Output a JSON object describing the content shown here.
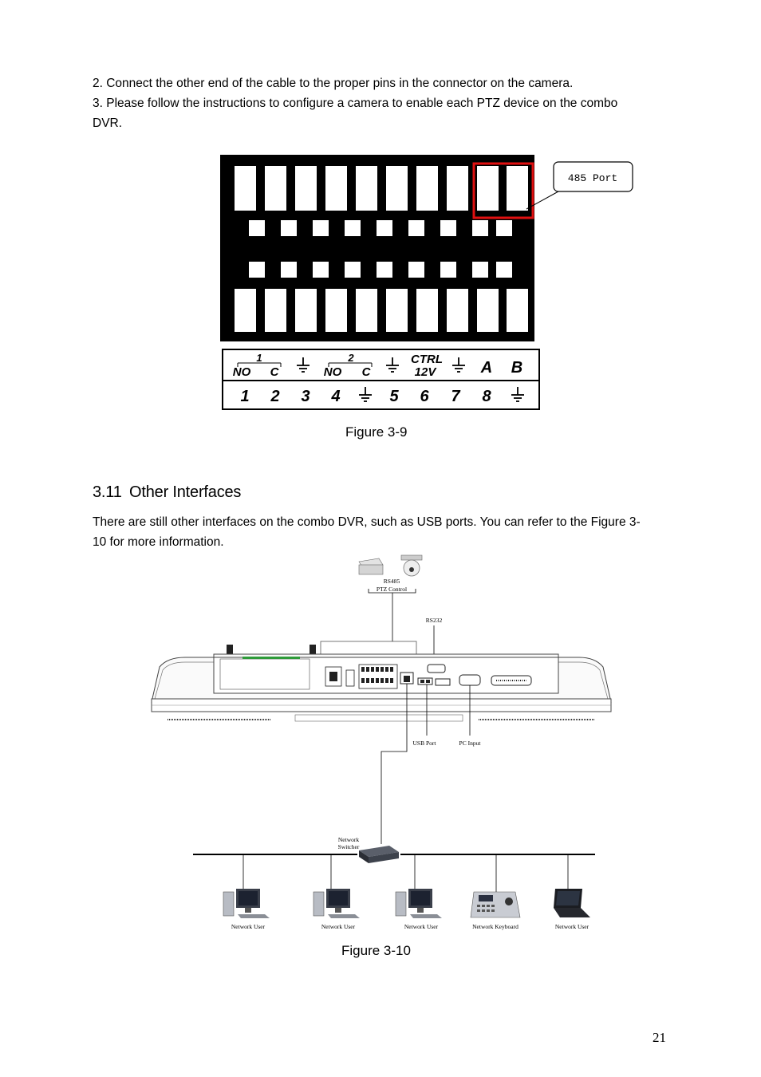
{
  "steps": {
    "step2": "2. Connect the other end of the cable to the proper pins in the connector on the camera.",
    "step3_line1": "3. Please follow the instructions to configure a camera to enable each PTZ device on the combo",
    "step3_line2": "DVR."
  },
  "figure9": {
    "callout": "485 Port",
    "caption": "Figure 3-9",
    "top_labels": {
      "group1": "1",
      "group2": "2",
      "no1": "NO",
      "c1": "C",
      "no2": "NO",
      "c2": "C",
      "ctrl": "CTRL",
      "v12": "12V",
      "a": "A",
      "b": "B"
    },
    "pin_numbers": [
      "1",
      "2",
      "3",
      "4",
      "5",
      "6",
      "7",
      "8"
    ]
  },
  "section": {
    "number": "3.11",
    "title": "Other Interfaces",
    "body_line1": "There are still other interfaces on the combo DVR, such as USB ports. You can refer to the Figure 3-",
    "body_line2": "10 for more information."
  },
  "figure10": {
    "caption": "Figure 3-10",
    "labels": {
      "rs485_1": "RS485",
      "rs485_2": "PTZ Control",
      "rs232": "RS232",
      "usb": "USB Port",
      "pc_input": "PC Input",
      "switch_1": "Network",
      "switch_2": "Switcher"
    },
    "clients": [
      "Network User",
      "Network User",
      "Network User",
      "Network Keyboard",
      "Network User"
    ]
  },
  "page_number": "21"
}
